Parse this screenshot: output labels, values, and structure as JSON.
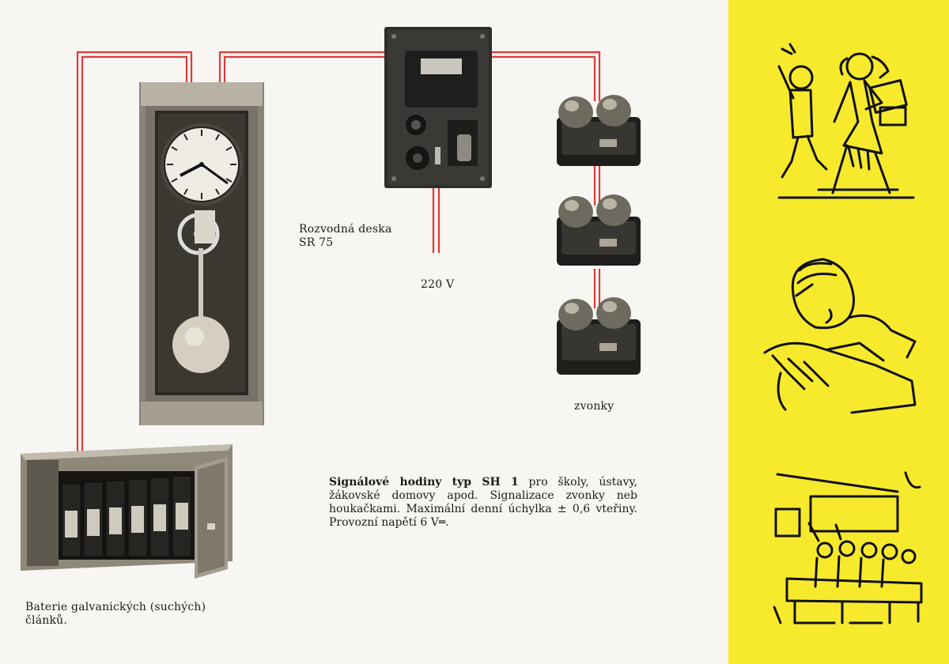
{
  "labels": {
    "switchboard": "Rozvodná deska\nSR 75",
    "voltage": "220 V",
    "bells": "zvonky",
    "battery": "Baterie galvanických (suchých)\nčlánků."
  },
  "description": {
    "title": "Signálové hodiny typ SH 1",
    "body": " pro školy, ústavy, žákovské domovy apod. Signalizace zvonky neb houkačkami. Maximální denní úchylka ± 0,6 vteřiny. Provozní napětí 6 V═."
  },
  "colors": {
    "wire": "#e03a3a",
    "panel": "#f7ea2c",
    "paper": "#f7f6f2"
  },
  "illustrations": [
    "signal-clock-photo",
    "switchboard-photo",
    "bells-photo",
    "battery-cabinet-photo",
    "children-running-drawing",
    "child-writing-drawing",
    "classroom-drawing"
  ]
}
